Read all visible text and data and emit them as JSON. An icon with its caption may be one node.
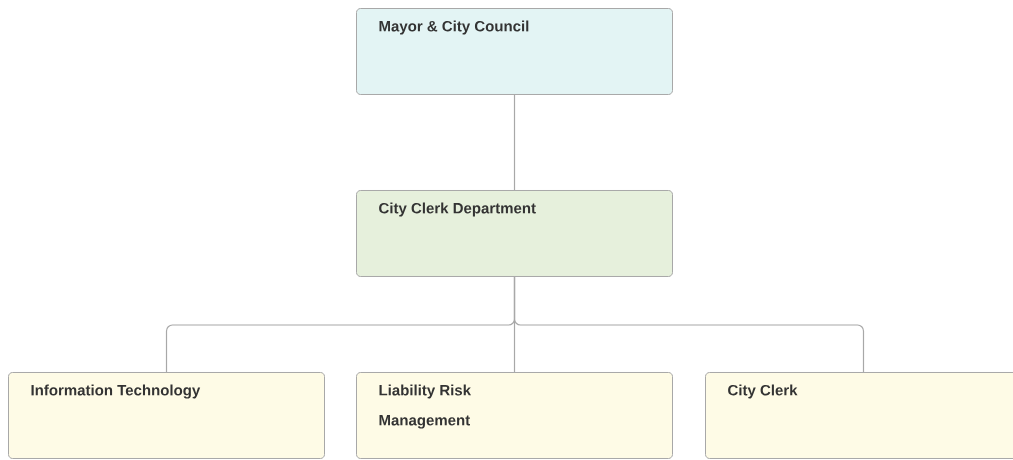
{
  "diagram": {
    "nodes": [
      {
        "text": [
          "Mayor & City Council"
        ]
      },
      {
        "text": [
          "City Clerk Department"
        ]
      },
      {
        "text": [
          "Information Technology"
        ]
      },
      {
        "text": [
          "Liability Risk Management"
        ]
      },
      {
        "text": [
          "City Clerk"
        ]
      }
    ],
    "edges": [
      {
        "from": 0,
        "to": 1,
        "arrow": "none"
      },
      {
        "from": 1,
        "to": 2,
        "arrow": "none"
      },
      {
        "from": 1,
        "to": 3,
        "arrow": "none"
      },
      {
        "from": 1,
        "to": 4,
        "arrow": "none"
      }
    ]
  }
}
